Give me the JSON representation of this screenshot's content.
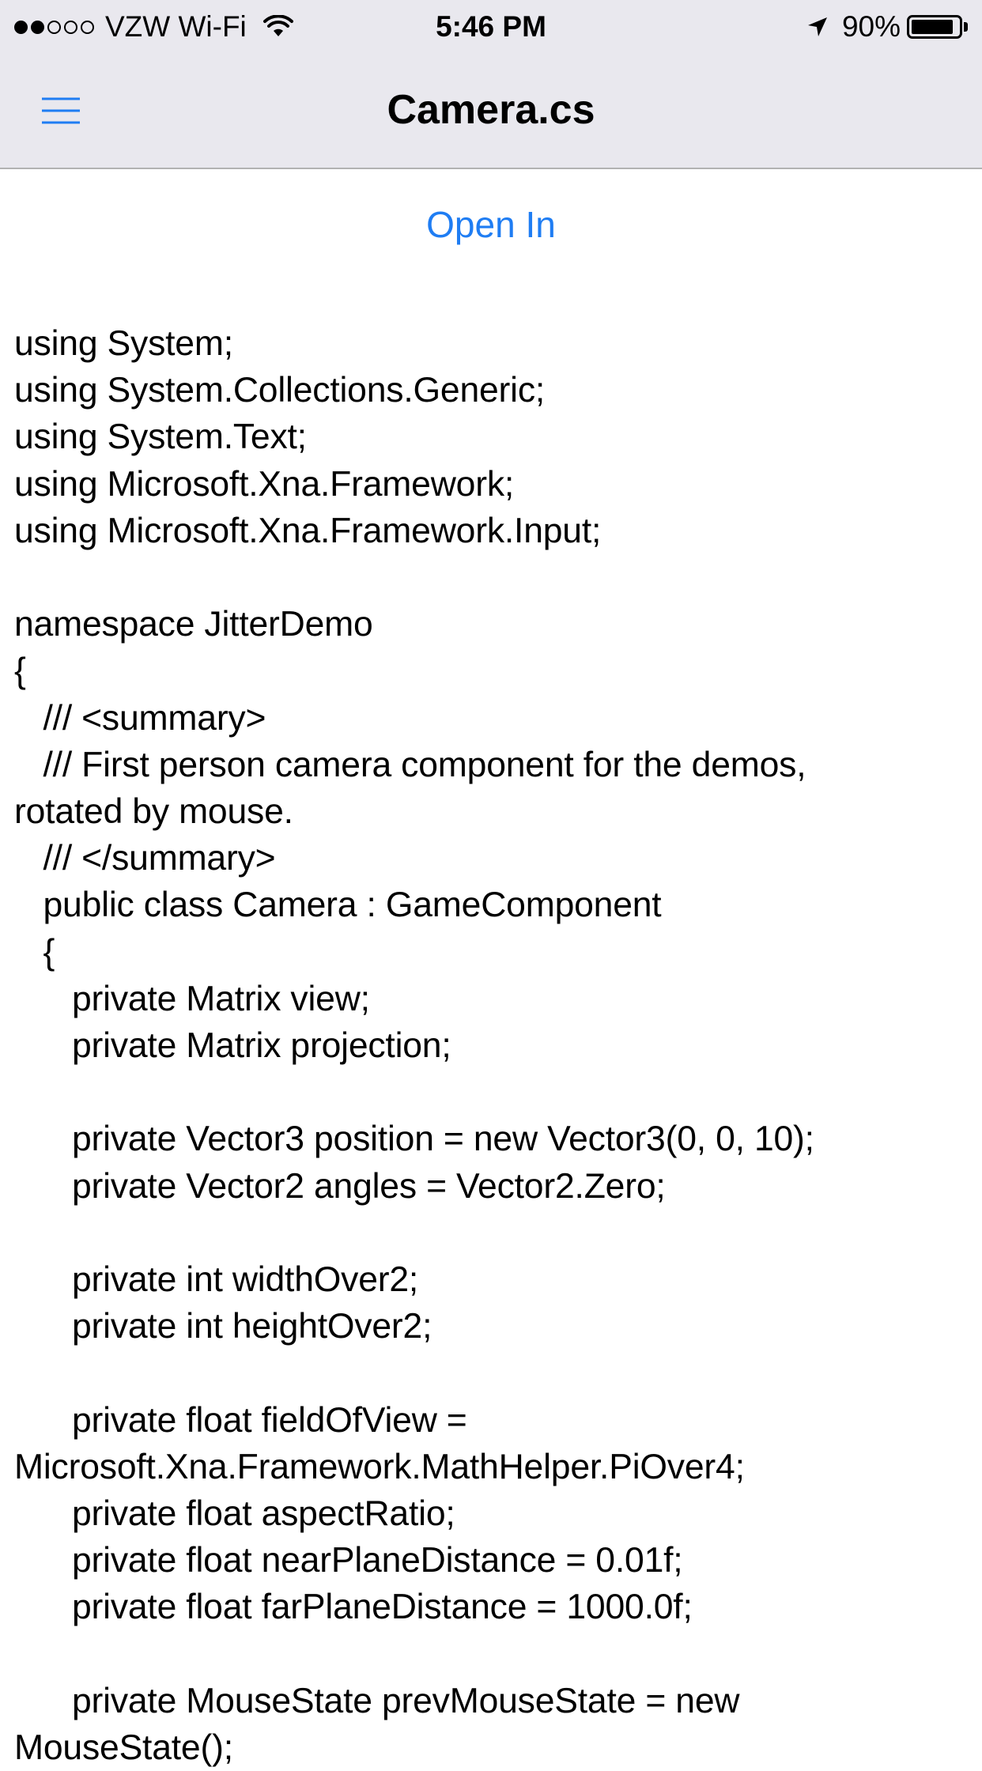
{
  "status_bar": {
    "carrier": "VZW Wi-Fi",
    "time": "5:46 PM",
    "battery_percent": "90%",
    "battery_level": 0.9,
    "signal_bars_filled": 2,
    "signal_bars_total": 5,
    "wifi_icon": "wifi-icon",
    "location_icon": "location-arrow-icon"
  },
  "nav": {
    "title": "Camera.cs",
    "menu_icon": "hamburger-menu-icon",
    "accent_color": "#1f7df3"
  },
  "open_in_label": "Open In",
  "code": {
    "lines": [
      "using System;",
      "using System.Collections.Generic;",
      "using System.Text;",
      "using Microsoft.Xna.Framework;",
      "using Microsoft.Xna.Framework.Input;",
      "",
      "namespace JitterDemo",
      "{",
      "   /// <summary>",
      "   /// First person camera component for the demos,",
      "rotated by mouse.",
      "   /// </summary>",
      "   public class Camera : GameComponent",
      "   {",
      "      private Matrix view;",
      "      private Matrix projection;",
      "",
      "      private Vector3 position = new Vector3(0, 0, 10);",
      "      private Vector2 angles = Vector2.Zero;",
      "",
      "      private int widthOver2;",
      "      private int heightOver2;",
      "",
      "      private float fieldOfView =",
      "Microsoft.Xna.Framework.MathHelper.PiOver4;",
      "      private float aspectRatio;",
      "      private float nearPlaneDistance = 0.01f;",
      "      private float farPlaneDistance = 1000.0f;",
      "",
      "      private MouseState prevMouseState = new",
      "MouseState();"
    ]
  }
}
